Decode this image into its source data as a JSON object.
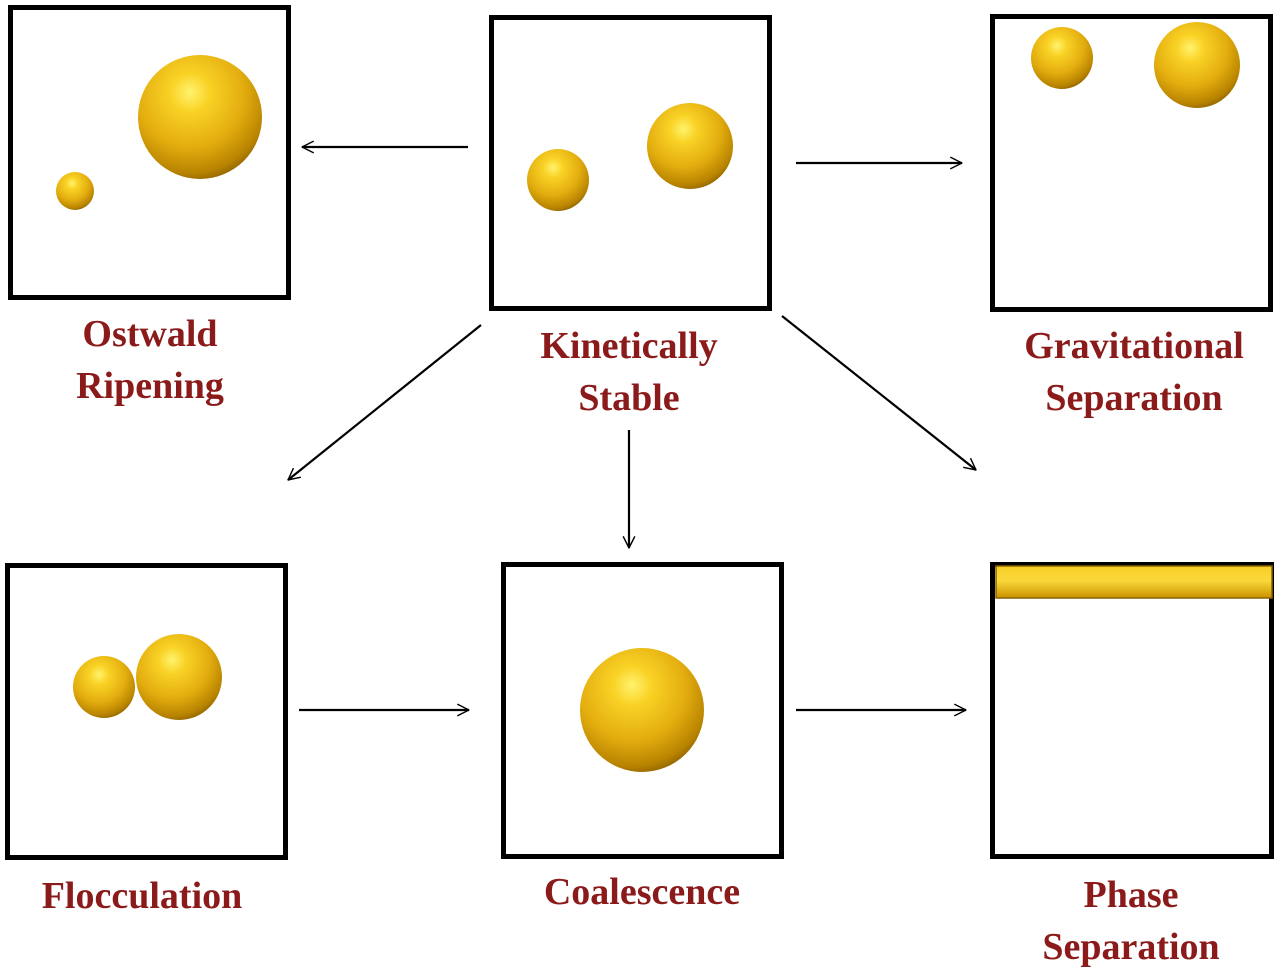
{
  "colors": {
    "label": "#8b1a1a",
    "droplet": "#e6b012",
    "droplet_highlight": "#fff27a",
    "droplet_shadow": "#9a6a00",
    "border": "#000000"
  },
  "stages": {
    "ostwald": {
      "line1": "Ostwald",
      "line2": "Ripening"
    },
    "kinetic": {
      "line1": "Kinetically",
      "line2": "Stable"
    },
    "gravity": {
      "line1": "Gravitational",
      "line2": "Separation"
    },
    "floc": {
      "line1": "Flocculation"
    },
    "coal": {
      "line1": "Coalescence"
    },
    "phase": {
      "line1": "Phase",
      "line2": "Separation"
    }
  }
}
